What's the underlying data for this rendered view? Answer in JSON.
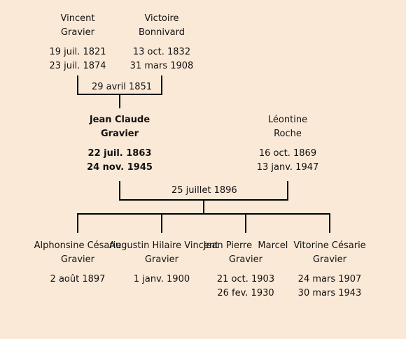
{
  "grandparents": {
    "father": {
      "first": "Vincent",
      "last": "Gravier",
      "birth": "19 juil. 1821",
      "death": "23 juil. 1874"
    },
    "mother": {
      "first": "Victoire",
      "last": "Bonnivard",
      "birth": "13 oct. 1832",
      "death": "31 mars 1908"
    },
    "marriage": "29 avril 1851"
  },
  "parents": {
    "focus": {
      "first": "Jean Claude",
      "last": "Gravier",
      "birth": "22 juil. 1863",
      "death": "24 nov. 1945"
    },
    "spouse": {
      "first": "Léontine",
      "last": "Roche",
      "birth": "16 oct. 1869",
      "death": "13 janv. 1947"
    },
    "marriage": "25 juillet 1896"
  },
  "children": [
    {
      "first": "Alphonsine Césarie",
      "last": "Gravier",
      "birth": "2 août 1897",
      "death": ""
    },
    {
      "first": "Augustin Hilaire Vincent",
      "last": "Gravier",
      "birth": "1 janv. 1900",
      "death": ""
    },
    {
      "first": "Jean Pierre  Marcel",
      "last": "Gravier",
      "birth": "21 oct. 1903",
      "death": "26 fev. 1930"
    },
    {
      "first": "Vitorine Césarie",
      "last": "Gravier",
      "birth": "24 mars 1907",
      "death": "30 mars 1943"
    }
  ],
  "colors": {
    "background": "#fbe9d7",
    "line": "#000000"
  }
}
